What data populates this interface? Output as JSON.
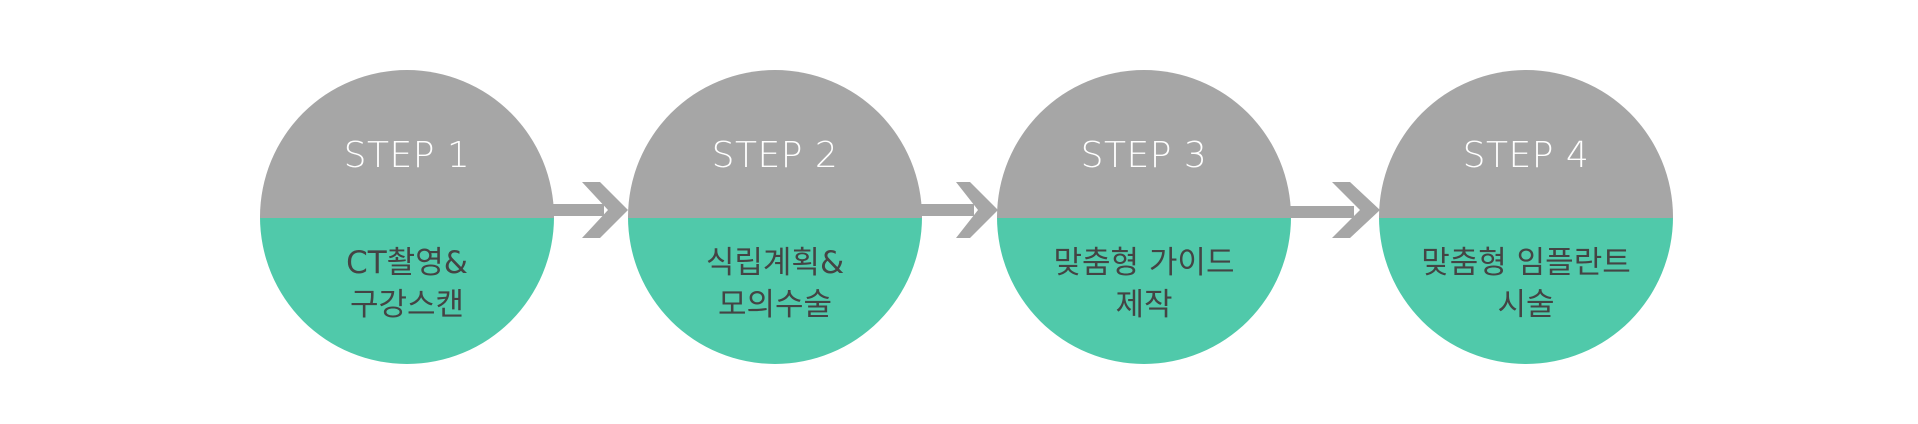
{
  "colors": {
    "top": "#a6a6a6",
    "bottom": "#50c9aa",
    "arrow": "#a6a6a6",
    "label": "#ffffff",
    "desc": "#444444"
  },
  "steps": [
    {
      "label": "STEP 1",
      "line1": "CT촬영&",
      "line2": "구강스캔"
    },
    {
      "label": "STEP 2",
      "line1": "식립계획&",
      "line2": "모의수술"
    },
    {
      "label": "STEP 3",
      "line1": "맞춤형 가이드",
      "line2": "제작"
    },
    {
      "label": "STEP 4",
      "line1": "맞춤형 임플란트",
      "line2": "시술"
    }
  ]
}
